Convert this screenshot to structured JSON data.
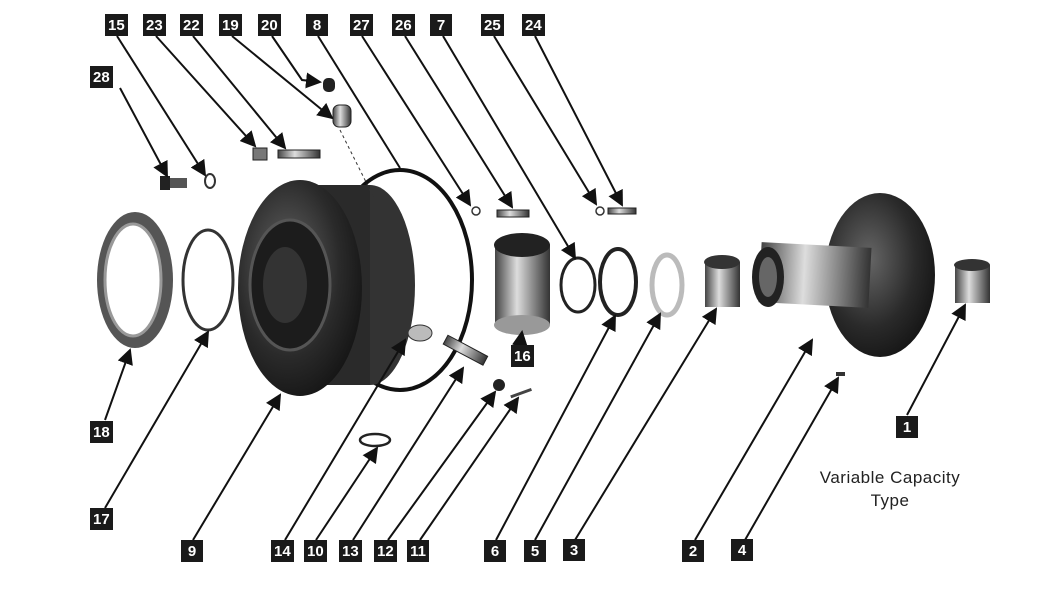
{
  "title": "Variable Capacity Type exploded parts diagram",
  "caption": {
    "line1": "Variable Capacity",
    "line2": "Type"
  },
  "callouts": {
    "c15": "15",
    "c23": "23",
    "c22": "22",
    "c19": "19",
    "c20": "20",
    "c8": "8",
    "c27": "27",
    "c26": "26",
    "c7": "7",
    "c25": "25",
    "c24": "24",
    "c28": "28",
    "c18": "18",
    "c17": "17",
    "c9": "9",
    "c14": "14",
    "c10": "10",
    "c13": "13",
    "c12": "12",
    "c11": "11",
    "c6": "6",
    "c5": "5",
    "c3": "3",
    "c2": "2",
    "c4": "4",
    "c1": "1",
    "c16": "16"
  }
}
